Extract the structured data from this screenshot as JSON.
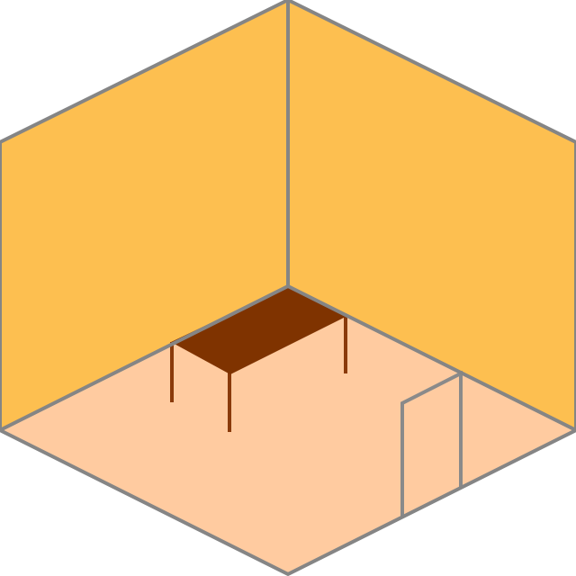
{
  "scene": {
    "description_type": "isometric-room",
    "colors": {
      "left_wall": "#FDBF50",
      "right_wall": "#FDBF50",
      "floor": "#FFCBA0",
      "outline": "#858585",
      "table_top": "#7F3300",
      "table_leg": "#8A3A0A",
      "door_outline": "#8A8A8A"
    },
    "objects": [
      "left-wall",
      "right-wall",
      "floor",
      "table",
      "door"
    ]
  }
}
